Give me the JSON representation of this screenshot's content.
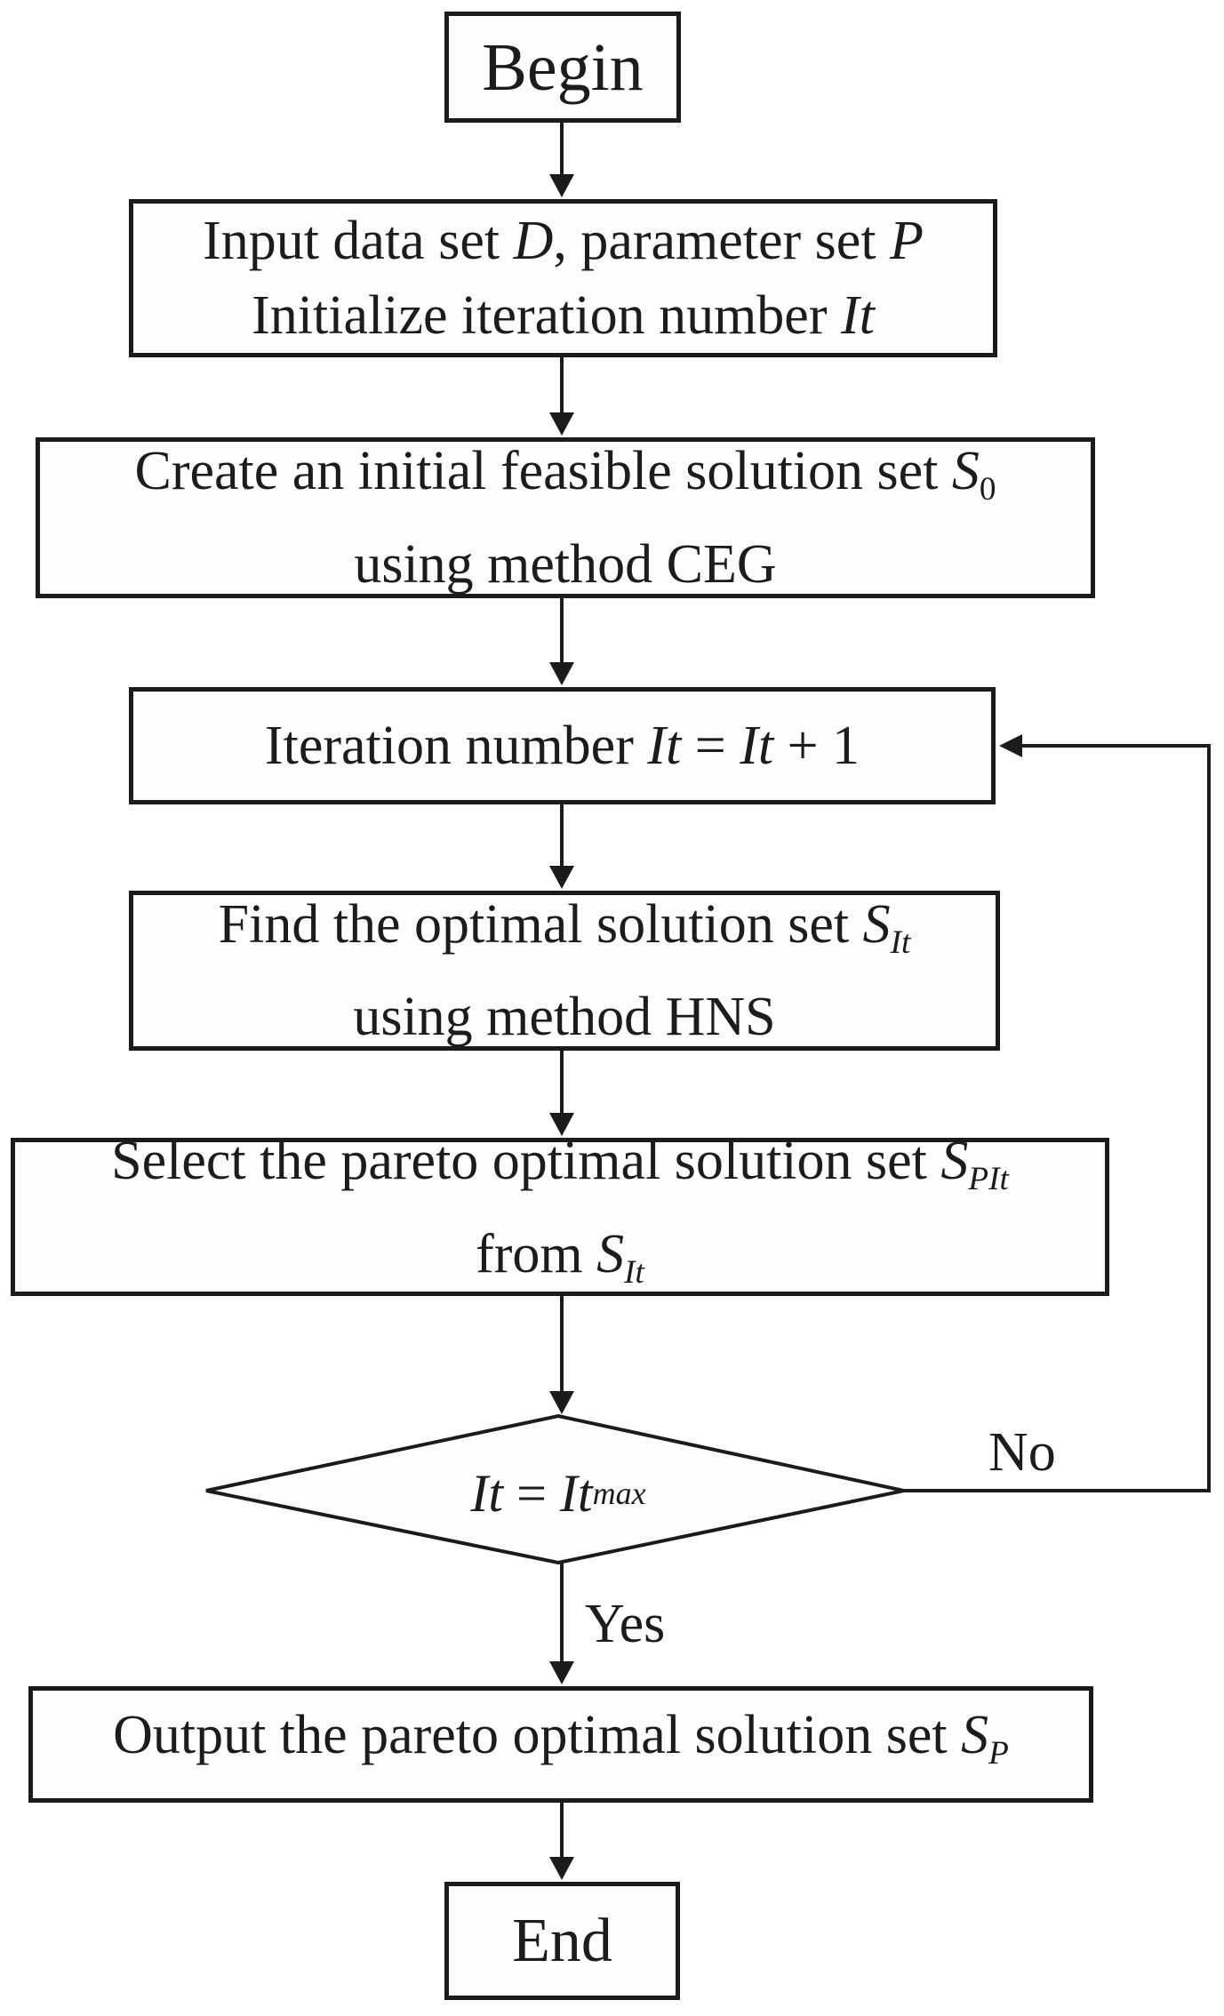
{
  "figure": {
    "type": "flowchart",
    "nodes": {
      "begin": {
        "label": "Begin"
      },
      "input": {
        "l1a": "Input data set ",
        "l1b": "D",
        "l1c": ", parameter set ",
        "l1d": "P",
        "l2a": "Initialize iteration number ",
        "l2b": "It"
      },
      "create": {
        "l1a": "Create an initial feasible solution set ",
        "l1b": "S",
        "l1sub": "0",
        "l2": "using method CEG"
      },
      "iteration": {
        "a": "Iteration number ",
        "b": "It",
        "c": " = ",
        "d": "It",
        "e": " + 1"
      },
      "find": {
        "l1a": "Find the optimal solution set ",
        "l1b": "S",
        "l1sub": "It",
        "l2": "using method HNS"
      },
      "select": {
        "l1a": "Select the pareto optimal solution set ",
        "l1b": "S",
        "l1sub": "PIt",
        "l2a": "from ",
        "l2b": "S",
        "l2sub": "It"
      },
      "decision": {
        "a": "It",
        "b": " = ",
        "c": "It",
        "csub": "max"
      },
      "output": {
        "a": "Output the pareto optimal solution set ",
        "b": "S",
        "bsub": "P"
      },
      "end": {
        "label": "End"
      }
    },
    "edge_labels": {
      "no": "No",
      "yes": "Yes"
    },
    "colors": {
      "stroke": "#1b1b1b",
      "text": "#1c1c1c",
      "background": "#ffffff",
      "node_fill": "#fdfdfd"
    }
  }
}
